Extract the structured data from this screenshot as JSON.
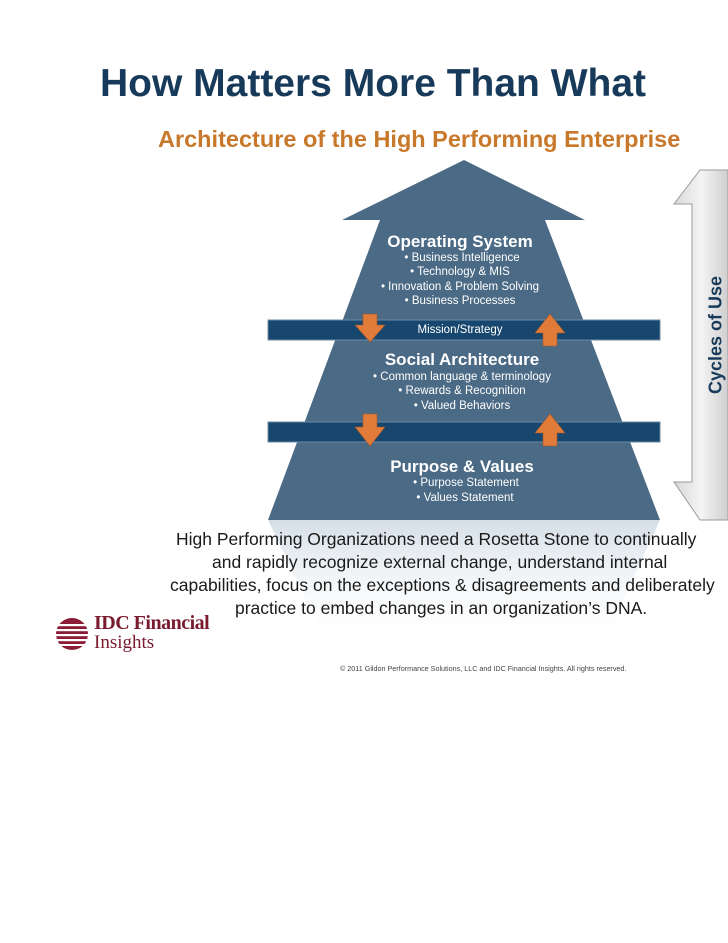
{
  "title": "How Matters More Than What",
  "subtitle": "Architecture of the High Performing Enterprise",
  "pyramid": {
    "operating_system": {
      "heading": "Operating System",
      "bullets": [
        "• Business Intelligence",
        "• Technology & MIS",
        "• Innovation & Problem Solving",
        "• Business Processes"
      ]
    },
    "band_label": "Mission/Strategy",
    "social_architecture": {
      "heading": "Social Architecture",
      "bullets": [
        "• Common language & terminology",
        "• Rewards & Recognition",
        "• Valued Behaviors"
      ]
    },
    "purpose_values": {
      "heading": "Purpose & Values",
      "bullets": [
        "• Purpose Statement",
        "• Values Statement"
      ]
    }
  },
  "cycles_label": "Cycles of Use",
  "body_lines": [
    "High Performing Organizations need a Rosetta Stone to continually",
    "and rapidly recognize external change, understand internal",
    "capabilities, focus on the exceptions & disagreements and deliberately",
    "practice to embed changes in an organization’s DNA."
  ],
  "logo": {
    "line1": "IDC Financial",
    "line2": "Insights"
  },
  "copyright": "© 2011 Gildon Performance Solutions, LLC and IDC Financial Insights. All rights reserved.",
  "colors": {
    "pyramid": "#4b6a85",
    "band": "#17466e",
    "orange_arrow": "#e07b3a",
    "title": "#183a5a",
    "subtitle": "#c8782a"
  }
}
